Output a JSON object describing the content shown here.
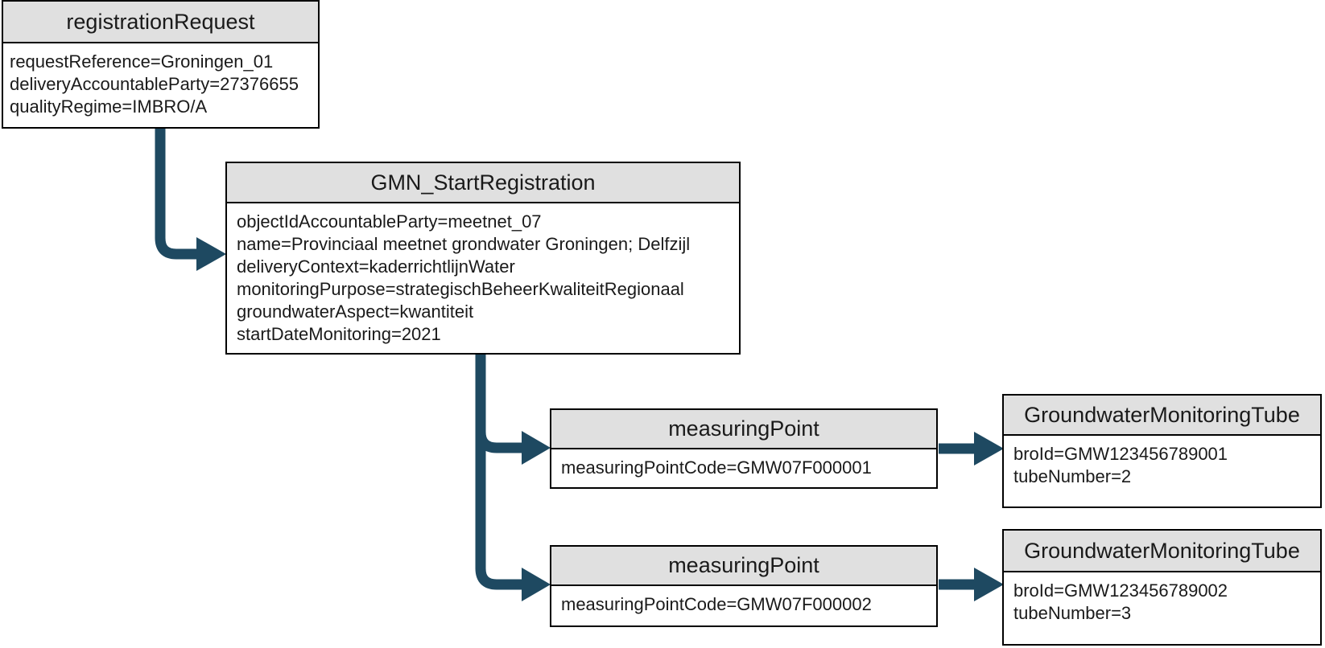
{
  "colors": {
    "arrow": "#1e4961",
    "node_header_bg": "#e0e0e0",
    "node_border": "#000000",
    "node_body_bg": "#ffffff",
    "text": "#1a1a1a"
  },
  "nodes": {
    "registration_request": {
      "title": "registrationRequest",
      "lines": [
        "requestReference=Groningen_01",
        "deliveryAccountableParty=27376655",
        "qualityRegime=IMBRO/A"
      ]
    },
    "gmn_start_registration": {
      "title": "GMN_StartRegistration",
      "lines": [
        "objectIdAccountableParty=meetnet_07",
        "name=Provinciaal meetnet grondwater Groningen; Delfzijl",
        "deliveryContext=kaderrichtlijnWater",
        "monitoringPurpose=strategischBeheerKwaliteitRegionaal",
        "groundwaterAspect=kwantiteit",
        "startDateMonitoring=2021"
      ]
    },
    "measuring_point_1": {
      "title": "measuringPoint",
      "lines": [
        "measuringPointCode=GMW07F000001"
      ]
    },
    "groundwater_tube_1": {
      "title": "GroundwaterMonitoringTube",
      "lines": [
        "broId=GMW123456789001",
        "tubeNumber=2"
      ]
    },
    "measuring_point_2": {
      "title": "measuringPoint",
      "lines": [
        "measuringPointCode=GMW07F000002"
      ]
    },
    "groundwater_tube_2": {
      "title": "GroundwaterMonitoringTube",
      "lines": [
        "broId=GMW123456789002",
        "tubeNumber=3"
      ]
    }
  },
  "edges": [
    {
      "from": "registration_request",
      "to": "gmn_start_registration"
    },
    {
      "from": "gmn_start_registration",
      "to": "measuring_point_1"
    },
    {
      "from": "gmn_start_registration",
      "to": "measuring_point_2"
    },
    {
      "from": "measuring_point_1",
      "to": "groundwater_tube_1"
    },
    {
      "from": "measuring_point_2",
      "to": "groundwater_tube_2"
    }
  ]
}
